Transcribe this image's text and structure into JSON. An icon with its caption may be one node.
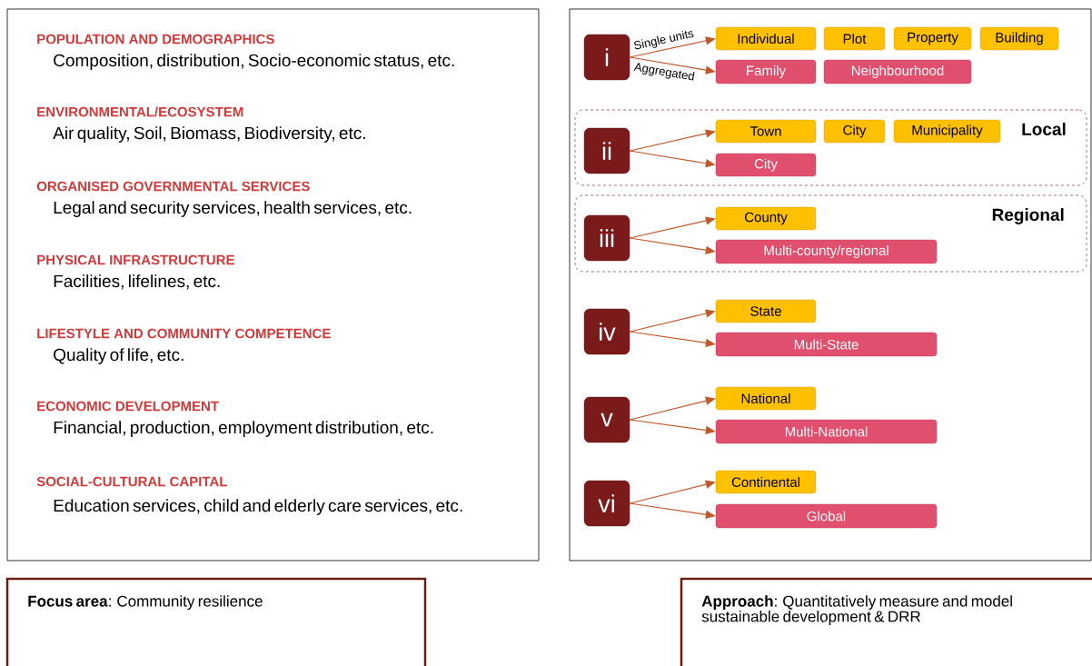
{
  "diagram": {
    "nodes": [
      {
        "text": [
          "POPULATION AND DEMOGRAPHICS",
          "Composition, distribution, Socio-economic status, etc.",
          "ENVIRONMENTAL/ECOSYSTEM",
          "Air quality, Soil, Biomass, Biodiversity, etc.",
          "ORGANISED GOVERNMENTAL SERVICES",
          "Legal and security services, health services, etc.",
          "PHYSICAL INFRASTRUCTURE",
          "Facilities, lifelines, etc.",
          "LIFESTYLE AND COMMUNITY COMPETENCE",
          "Quality of life, etc.",
          "ECONOMIC DEVELOPMENT",
          "Financial, production, employment distribution, etc.",
          "SOCIAL-CULTURAL CAPITAL",
          "Education services, child and elderly care services, etc."
        ]
      },
      {
        "text": [],
        "shape": "box"
      },
      {
        "text": [
          "i"
        ],
        "in": 1
      },
      {
        "text": [
          "Individual"
        ],
        "in": 1
      },
      {
        "text": [
          "Plot"
        ],
        "in": 1
      },
      {
        "text": [
          "Property"
        ],
        "in": 1
      },
      {
        "text": [
          "Building"
        ],
        "in": 1
      },
      {
        "text": [
          "Family"
        ],
        "in": 1
      },
      {
        "text": [
          "Neighbourhood"
        ],
        "in": 1
      },
      {
        "text": [
          "Local"
        ],
        "in": 1
      },
      {
        "text": [
          "ii"
        ],
        "in": 9
      },
      {
        "text": [
          "Town"
        ],
        "in": 9
      },
      {
        "text": [
          "City"
        ],
        "in": 9
      },
      {
        "text": [
          "Municipality"
        ],
        "in": 9
      },
      {
        "text": [
          "City"
        ],
        "in": 9
      },
      {
        "text": [
          "Regional"
        ],
        "in": 1
      },
      {
        "text": [
          "iii"
        ],
        "in": 15
      },
      {
        "text": [
          "County"
        ],
        "in": 15
      },
      {
        "text": [
          "Multi-county/regional"
        ],
        "in": 15
      },
      {
        "text": [
          "iv"
        ],
        "in": 1
      },
      {
        "text": [
          "State"
        ],
        "in": 1
      },
      {
        "text": [
          "Multi-State"
        ],
        "in": 1
      },
      {
        "text": [
          "v"
        ],
        "in": 1
      },
      {
        "text": [
          "National"
        ],
        "in": 1
      },
      {
        "text": [
          "Multi-National"
        ],
        "in": 1
      },
      {
        "text": [
          "vi"
        ],
        "in": 1
      },
      {
        "text": [
          "Continental"
        ],
        "in": 1
      },
      {
        "text": [
          "Global"
        ],
        "in": 1
      },
      {
        "text": [
          "**Focus area**: Community resilience"
        ]
      },
      {
        "text": [
          "**Approach**: Quantitatively measure and model sustainable development & DRR"
        ]
      }
    ],
    "edges": [
      {
        "from": 2,
        "to": 3,
        "arrow": "to",
        "label": "Single units"
      },
      {
        "from": 2,
        "to": 7,
        "arrow": "to",
        "label": "Aggregated"
      },
      {
        "from": 10,
        "to": 11,
        "arrow": "to"
      },
      {
        "from": 10,
        "to": 14,
        "arrow": "to"
      },
      {
        "from": 16,
        "to": 17,
        "arrow": "to"
      },
      {
        "from": 16,
        "to": 18,
        "arrow": "to"
      },
      {
        "from": 19,
        "to": 20,
        "arrow": "to"
      },
      {
        "from": 19,
        "to": 21,
        "arrow": "to"
      },
      {
        "from": 22,
        "to": 23,
        "arrow": "to"
      },
      {
        "from": 22,
        "to": 24,
        "arrow": "to"
      },
      {
        "from": 25,
        "to": 26,
        "arrow": "to"
      },
      {
        "from": 25,
        "to": 27,
        "arrow": "to"
      }
    ]
  }
}
